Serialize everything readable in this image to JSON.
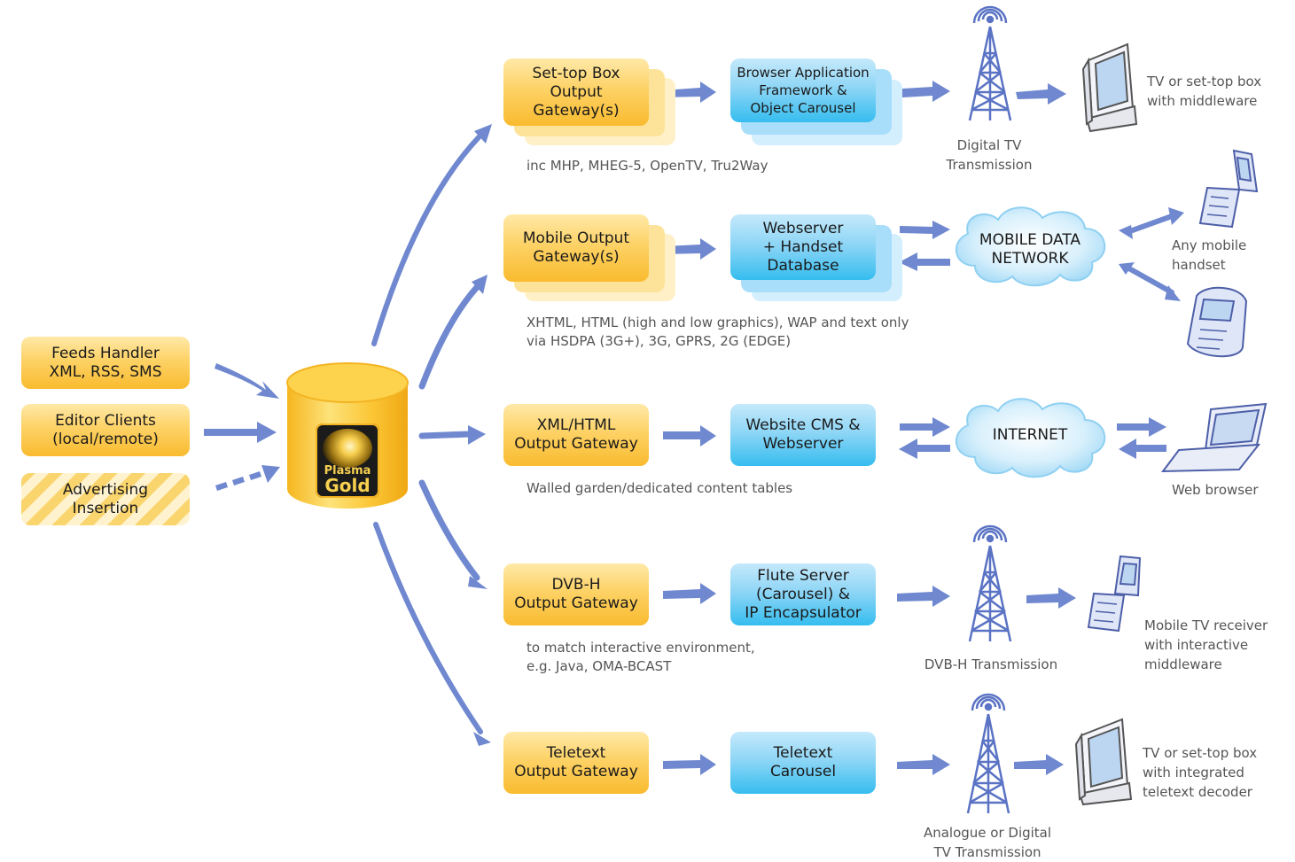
{
  "colors": {
    "gold": "#f9bb2f",
    "blue": "#35bdef",
    "arrow": "#6f88cf",
    "text": "#555555"
  },
  "inputs": [
    {
      "label": "Feeds Handler\nXML, RSS, SMS"
    },
    {
      "label": "Editor Clients\n(local/remote)"
    },
    {
      "label": "Advertising\nInsertion"
    }
  ],
  "hub": {
    "logo_line1": "Plasma",
    "logo_line2": "Gold"
  },
  "rows": [
    {
      "gateway": "Set-top Box\nOutput\nGateway(s)",
      "server": "Browser Application\nFramework &\nObject Carousel",
      "caption": "inc MHP, MHEG-5, OpenTV, Tru2Way",
      "transmit_label": "Digital TV\nTransmission",
      "device_label": "TV or set-top box\nwith middleware"
    },
    {
      "gateway": "Mobile Output\nGateway(s)",
      "server": "Webserver\n+ Handset\nDatabase",
      "caption": "XHTML, HTML (high and low graphics), WAP and text only\nvia HSDPA (3G+), 3G, GPRS, 2G (EDGE)",
      "network": "MOBILE DATA\nNETWORK",
      "device_label": "Any mobile\nhandset"
    },
    {
      "gateway": "XML/HTML\nOutput Gateway",
      "server": "Website CMS &\nWebserver",
      "caption": "Walled garden/dedicated content tables",
      "network": "INTERNET",
      "device_label": "Web browser"
    },
    {
      "gateway": "DVB-H\nOutput Gateway",
      "server": "Flute Server\n(Carousel) &\nIP Encapsulator",
      "caption": "to match interactive environment,\ne.g. Java, OMA-BCAST",
      "transmit_label": "DVB-H Transmission",
      "device_label": "Mobile TV receiver\nwith interactive\nmiddleware"
    },
    {
      "gateway": "Teletext\nOutput Gateway",
      "server": "Teletext\nCarousel",
      "transmit_label": "Analogue or Digital\nTV Transmission",
      "device_label": "TV or set-top box\nwith integrated\nteletext decoder"
    }
  ]
}
